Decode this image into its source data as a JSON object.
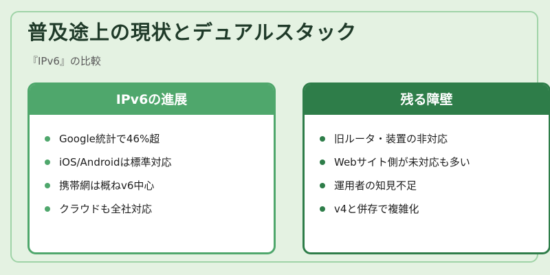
{
  "slide": {
    "title": "普及途上の現状とデュアルスタック",
    "subtitle": "『IPv6』の比較"
  },
  "left_card": {
    "heading": "IPv6の進展",
    "items": [
      "Google統計で46%超",
      "iOS/Androidは標準対応",
      "携帯網は概ねv6中心",
      "クラウドも全社対応"
    ]
  },
  "right_card": {
    "heading": "残る障壁",
    "items": [
      "旧ルータ・装置の非対応",
      "Webサイト側が未対応も多い",
      "運用者の知見不足",
      "v4と併存で複雑化"
    ]
  },
  "colors": {
    "background": "#e4f2e2",
    "frame_border": "#9fd3a7",
    "left_accent": "#4fa76c",
    "right_accent": "#2e7d49",
    "title_text": "#1f3a29"
  }
}
